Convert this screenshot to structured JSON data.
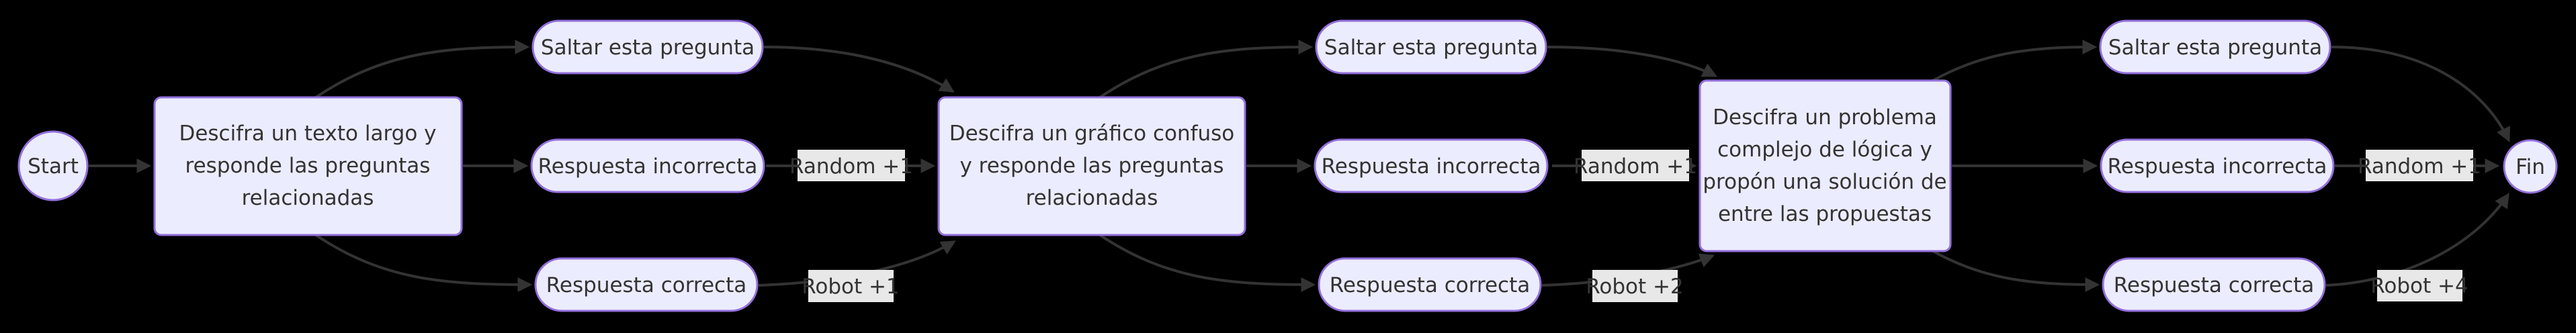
{
  "flowchart": {
    "type": "flowchart-left-to-right",
    "colors": {
      "background": "#000000",
      "node_fill": "#ECECFF",
      "node_border": "#9370DB",
      "edge_color": "#333333",
      "edge_label_bg": "#E8E8E8",
      "text_color": "#333333"
    },
    "start_label": "Start",
    "end_label": "Fin",
    "options_note": "each stage offers the same three outcomes",
    "stages": [
      {
        "question_lines": [
          "Descifra un texto largo y",
          "responde las preguntas",
          "relacionadas"
        ],
        "options": {
          "skip": "Saltar esta pregunta",
          "incorrect": "Respuesta incorrecta",
          "correct": "Respuesta correcta"
        },
        "incorrect_edge_label": "Random +1",
        "correct_edge_label": "Robot +1"
      },
      {
        "question_lines": [
          "Descifra un gráfico confuso",
          "y responde las preguntas",
          "relacionadas"
        ],
        "options": {
          "skip": "Saltar esta pregunta",
          "incorrect": "Respuesta incorrecta",
          "correct": "Respuesta correcta"
        },
        "incorrect_edge_label": "Random +1",
        "correct_edge_label": "Robot +2"
      },
      {
        "question_lines": [
          "Descifra un problema",
          "complejo de lógica y",
          "propón una solución de",
          "entre las propuestas"
        ],
        "options": {
          "skip": "Saltar esta pregunta",
          "incorrect": "Respuesta incorrecta",
          "correct": "Respuesta correcta"
        },
        "incorrect_edge_label": "Random +1",
        "correct_edge_label": "Robot +4"
      }
    ]
  }
}
